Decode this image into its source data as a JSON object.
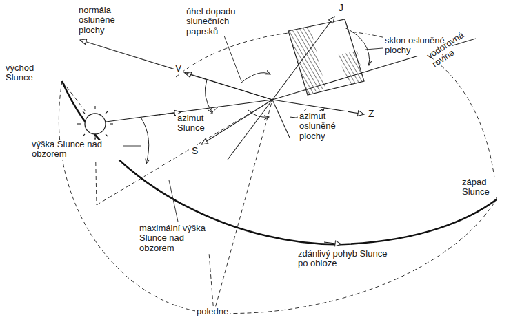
{
  "diagram": {
    "labels": [
      "normála osluněné plochy",
      "úhel dopadu slunečních paprsků",
      "J",
      "sklon osluněné plochy",
      "vodorovná rovina",
      "východ Slunce",
      "V",
      "azimut Slunce",
      "azimut osluněné plochy",
      "Z",
      "výška Slunce nad obzorem",
      "S",
      "západ Slunce",
      "maximální výška Slunce nad obzorem",
      "zdánlivý pohyb Slunce po obloze",
      "poledne"
    ]
  }
}
